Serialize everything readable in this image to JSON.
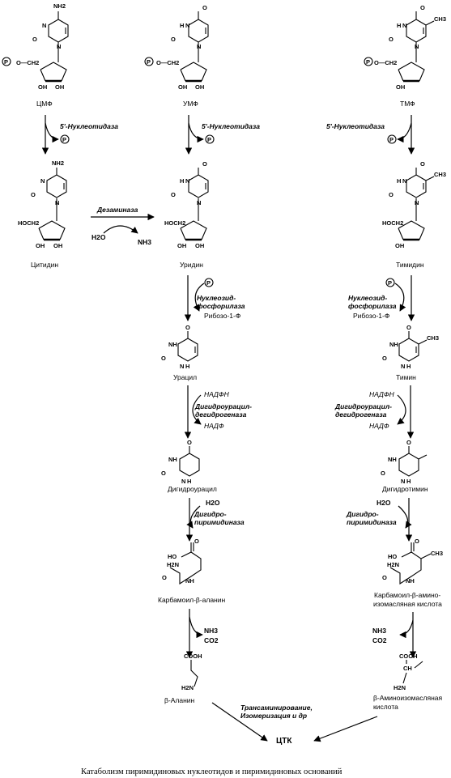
{
  "compounds": {
    "cmp": "ЦМФ",
    "ump": "УМФ",
    "tmp": "ТМФ",
    "cytidine": "Цитидин",
    "uridine": "Уридин",
    "thymidine": "Тимидин",
    "uracil": "Урацил",
    "thymine": "Тимин",
    "dihydrouracil": "Дигидроурацил",
    "dihydrothymine": "Дигидротимин",
    "carbamoyl_ala": "Карбамоил-β-аланин",
    "carbamoyl_aib_1": "Карбамоил-β-амино-",
    "carbamoyl_aib_2": "изомасляная кислота",
    "beta_ala": "β-Аланин",
    "beta_aib_1": "β-Аминоизомасляная",
    "beta_aib_2": "кислота",
    "tca": "ЦТК"
  },
  "enzymes": {
    "nucleotidase": "5'-Нуклеотидаза",
    "deaminase": "Дезаминаза",
    "phosphorylase_1": "Нуклеозид-",
    "phosphorylase_2": "фосфорилаза",
    "dhd_1": "Дигидроурацил-",
    "dhd_2": "дегидрогеназа",
    "dhp_1": "Дигидро-",
    "dhp_2": "пиримидиназа",
    "transamination_1": "Трансаминирование,",
    "transamination_2": "Изомеризация и др"
  },
  "cofactors": {
    "phosphate": "P",
    "water": "H2O",
    "ammonia": "NH3",
    "co2": "CO2",
    "nadph": "НАДФН",
    "nadp": "НАДФ",
    "ribose1p": "Рибозо-1-Ф"
  },
  "atoms": {
    "nh2": "NH2",
    "o": "O",
    "n": "N",
    "nh": "NH",
    "h": "H",
    "oh": "OH",
    "och2": "O—CH2",
    "hoch2": "HOCH2",
    "ch3": "CH3",
    "ho": "HO",
    "h2n": "H2N",
    "cooh": "COOH",
    "ch": "CH"
  },
  "caption": "Катаболизм пиримидиновых нуклеотидов и пиримидиновых оснований"
}
